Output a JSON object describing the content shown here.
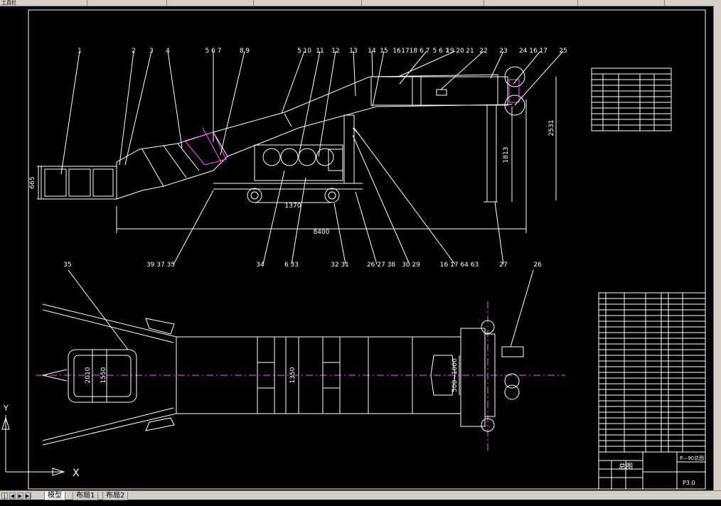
{
  "toolbar": {
    "segments": [
      "工具栏",
      "",
      "",
      "",
      "",
      "",
      "",
      "",
      ""
    ]
  },
  "callouts_top": [
    "1",
    "2",
    "3",
    "4",
    "5 6 7",
    "8 9",
    "5 10",
    "11",
    "12",
    "13",
    "14",
    "15",
    "16",
    "17",
    "18 6 7",
    "5 6 7",
    "19 20",
    "21",
    "22",
    "23",
    "24 16 17",
    "25"
  ],
  "callouts_bottom": [
    "39 37 35",
    "34",
    "6 33",
    "32 31",
    "26 27 38",
    "30 29",
    "16 17 64 63",
    "27",
    "26",
    "35"
  ],
  "dimensions": {
    "d665": "665",
    "d1370": "1370",
    "d8400": "8400",
    "d1813": "1813",
    "d2531": "2531",
    "d2010": "2010",
    "d1550": "1550",
    "d1350": "1350",
    "d500": "500~1000"
  },
  "axes": {
    "y_label": "Y",
    "x_label": "X"
  },
  "title_block": {
    "name": "总图",
    "code": "P—90总图",
    "sheet": "P3.0"
  },
  "tabs": [
    {
      "label": "模型",
      "active": true
    },
    {
      "label": "布局1",
      "active": false
    },
    {
      "label": "布局2",
      "active": false
    }
  ],
  "colors": {
    "background": "#000000",
    "lines": "#ffffff",
    "centerline": "#ff00ff"
  }
}
